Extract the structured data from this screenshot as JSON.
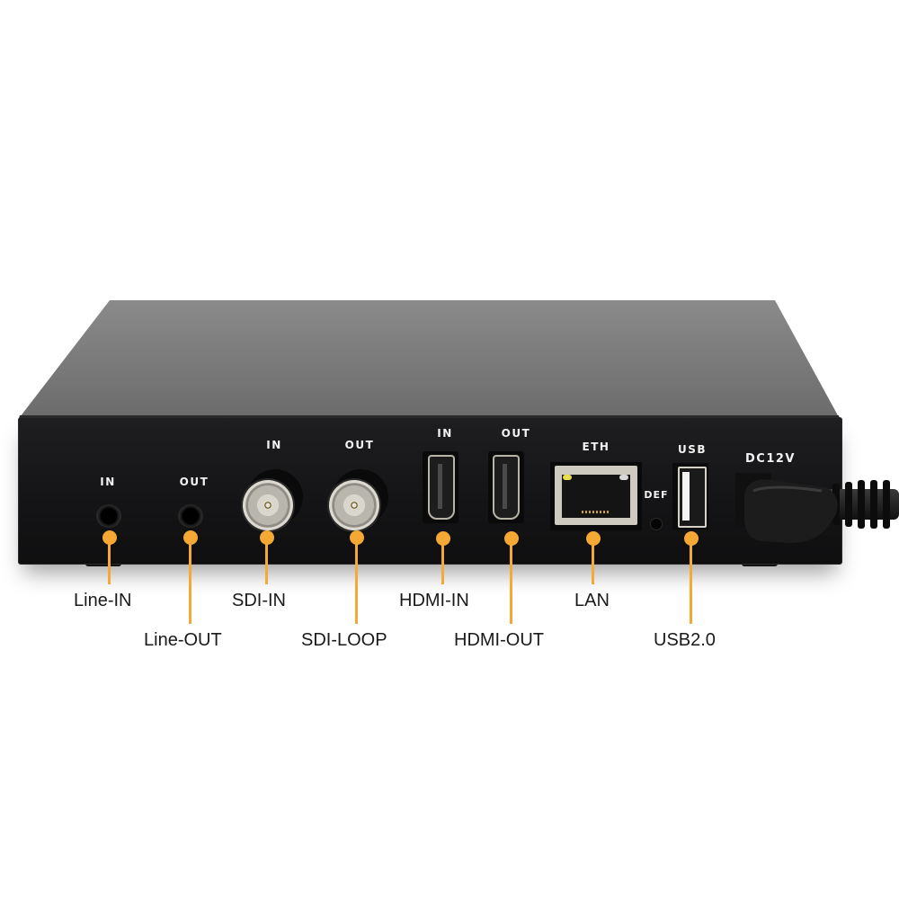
{
  "device": {
    "description": "Rear panel of black video encoder box",
    "colors": {
      "body": "#141416",
      "lid": "#7a7a7a",
      "accent": "#f5a833",
      "label_text": "#f2f2f2",
      "callout_text": "#1a1a1a"
    },
    "panel_labels": {
      "line_in": "IN",
      "line_out": "OUT",
      "sdi_in": "IN",
      "sdi_out": "OUT",
      "hdmi_in": "IN",
      "hdmi_out": "OUT",
      "eth": "ETH",
      "def": "DEF",
      "usb": "USB",
      "power": "DC12V"
    }
  },
  "callouts": [
    {
      "id": "line-in",
      "label": "Line-IN"
    },
    {
      "id": "line-out",
      "label": "Line-OUT"
    },
    {
      "id": "sdi-in",
      "label": "SDI-IN"
    },
    {
      "id": "sdi-loop",
      "label": "SDI-LOOP"
    },
    {
      "id": "hdmi-in",
      "label": "HDMI-IN"
    },
    {
      "id": "hdmi-out",
      "label": "HDMI-OUT"
    },
    {
      "id": "lan",
      "label": "LAN"
    },
    {
      "id": "usb",
      "label": "USB2.0"
    }
  ]
}
